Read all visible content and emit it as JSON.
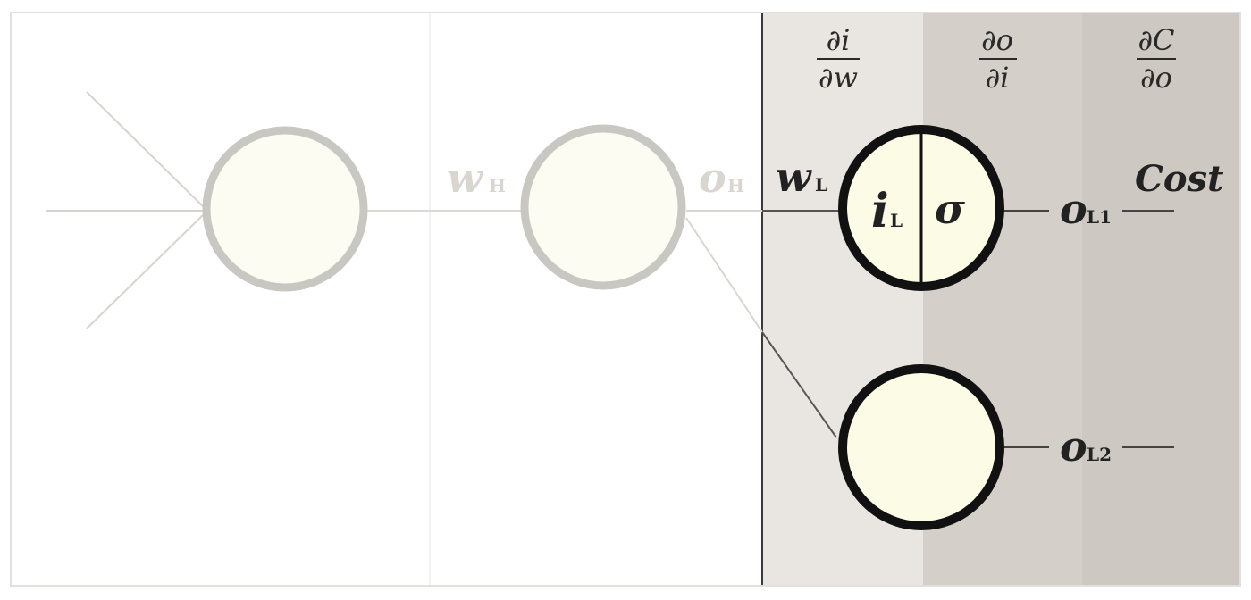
{
  "colors": {
    "node_fill": "#fbfbe8",
    "faded_stroke": "#c9c7c2",
    "active_stroke": "#111111",
    "panel_1": "#e9e6e1",
    "panel_2": "#d3cfc8",
    "panel_3": "#cdc9c2"
  },
  "partials": [
    {
      "num": "∂i",
      "den": "∂w"
    },
    {
      "num": "∂o",
      "den": "∂i"
    },
    {
      "num": "∂C",
      "den": "∂o"
    }
  ],
  "labels": {
    "w_hidden": {
      "main": "w",
      "sub": "H"
    },
    "o_hidden": {
      "main": "o",
      "sub": "H"
    },
    "w_last": {
      "main": "w",
      "sub": "L"
    },
    "i_last": {
      "main": "i",
      "sub": "L"
    },
    "sigma": "σ",
    "o_l1": {
      "main": "o",
      "sub": "L1"
    },
    "o_l2": {
      "main": "o",
      "sub": "L2"
    },
    "cost": "Cost"
  }
}
